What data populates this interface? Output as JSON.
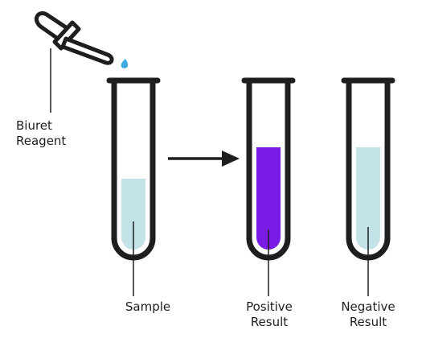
{
  "labels": {
    "reagent": [
      "Biuret",
      "Reagent"
    ],
    "sample": "Sample",
    "positive": [
      "Positive",
      "Result"
    ],
    "negative": [
      "Negative",
      "Result"
    ]
  },
  "colors": {
    "outline": "#1e1e1e",
    "sample_liquid": "#c3e3e8",
    "positive_liquid": "#7a1be6",
    "negative_liquid": "#c3e3e8",
    "drop": "#3fa9e0",
    "background": "#ffffff"
  },
  "liquid_levels": {
    "sample": 0.48,
    "positive": 0.71,
    "negative": 0.71
  },
  "icons": [
    "dropper-icon",
    "droplet-icon",
    "arrow-right-icon"
  ]
}
